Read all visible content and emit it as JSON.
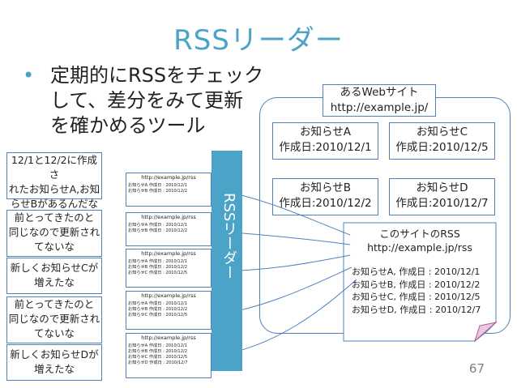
{
  "title": "RSSリーダー",
  "bullet": {
    "symbol": "•",
    "lines": [
      "定期的にRSSをチェック",
      "して、差分をみて更新",
      "を確かめるツール"
    ]
  },
  "site": {
    "label_name": "あるWebサイト",
    "label_url": "http://example.jp/",
    "notices": [
      {
        "name": "お知らせA",
        "date": "作成日:2010/12/1"
      },
      {
        "name": "お知らせC",
        "date": "作成日:2010/12/5"
      },
      {
        "name": "お知らせB",
        "date": "作成日:2010/12/2"
      },
      {
        "name": "お知らせD",
        "date": "作成日:2010/12/7"
      }
    ],
    "rss_doc": {
      "title": "このサイトのRSS",
      "url": "http://example.jp/rss",
      "items": [
        "お知らせA, 作成日 : 2010/12/1",
        "お知らせB, 作成日 : 2010/12/2",
        "お知らせC, 作成日 : 2010/12/5",
        "お知らせD, 作成日 : 2010/12/7"
      ]
    }
  },
  "reader": {
    "label": "RSSリーダー",
    "feeds": [
      {
        "url": "http://example.jp/rss",
        "items": [
          "お知らせA 作成日 : 2010/12/1",
          "お知らせB 作成日 : 2010/12/2"
        ]
      },
      {
        "url": "http://example.jp/rss",
        "items": [
          "お知らせA 作成日 : 2010/12/1",
          "お知らせB 作成日 : 2010/12/2"
        ]
      },
      {
        "url": "http://example.jp/rss",
        "items": [
          "お知らせA 作成日 : 2010/12/1",
          "お知らせB 作成日 : 2010/12/2",
          "お知らせC 作成日 : 2010/12/5"
        ]
      },
      {
        "url": "http://example.jp/rss",
        "items": [
          "お知らせA 作成日 : 2010/12/1",
          "お知らせB 作成日 : 2010/12/2",
          "お知らせC 作成日 : 2010/12/5"
        ]
      },
      {
        "url": "http://example.jp/rss",
        "items": [
          "お知らせA 作成日 : 2010/12/1",
          "お知らせB 作成日 : 2010/12/2",
          "お知らせC 作成日 : 2010/12/5",
          "お知らせD 作成日 : 2010/12/7"
        ]
      }
    ]
  },
  "comments": [
    [
      "12/1と12/2に作成さ",
      "れたお知らせA,お知",
      "らせBがあるんだな"
    ],
    [
      "前とってきたのと",
      "同じなので更新され",
      "てないな"
    ],
    [
      "新しくお知らせCが",
      "増えたな"
    ],
    [
      "前とってきたのと",
      "同じなので更新され",
      "てないな"
    ],
    [
      "新しくお知らせDが",
      "増えたな"
    ]
  ],
  "page_number": "67",
  "colors": {
    "accent": "#4ba3c7",
    "border": "#4f81bd",
    "doc_fill": "#e8c9e0",
    "doc_border": "#b0589a"
  }
}
